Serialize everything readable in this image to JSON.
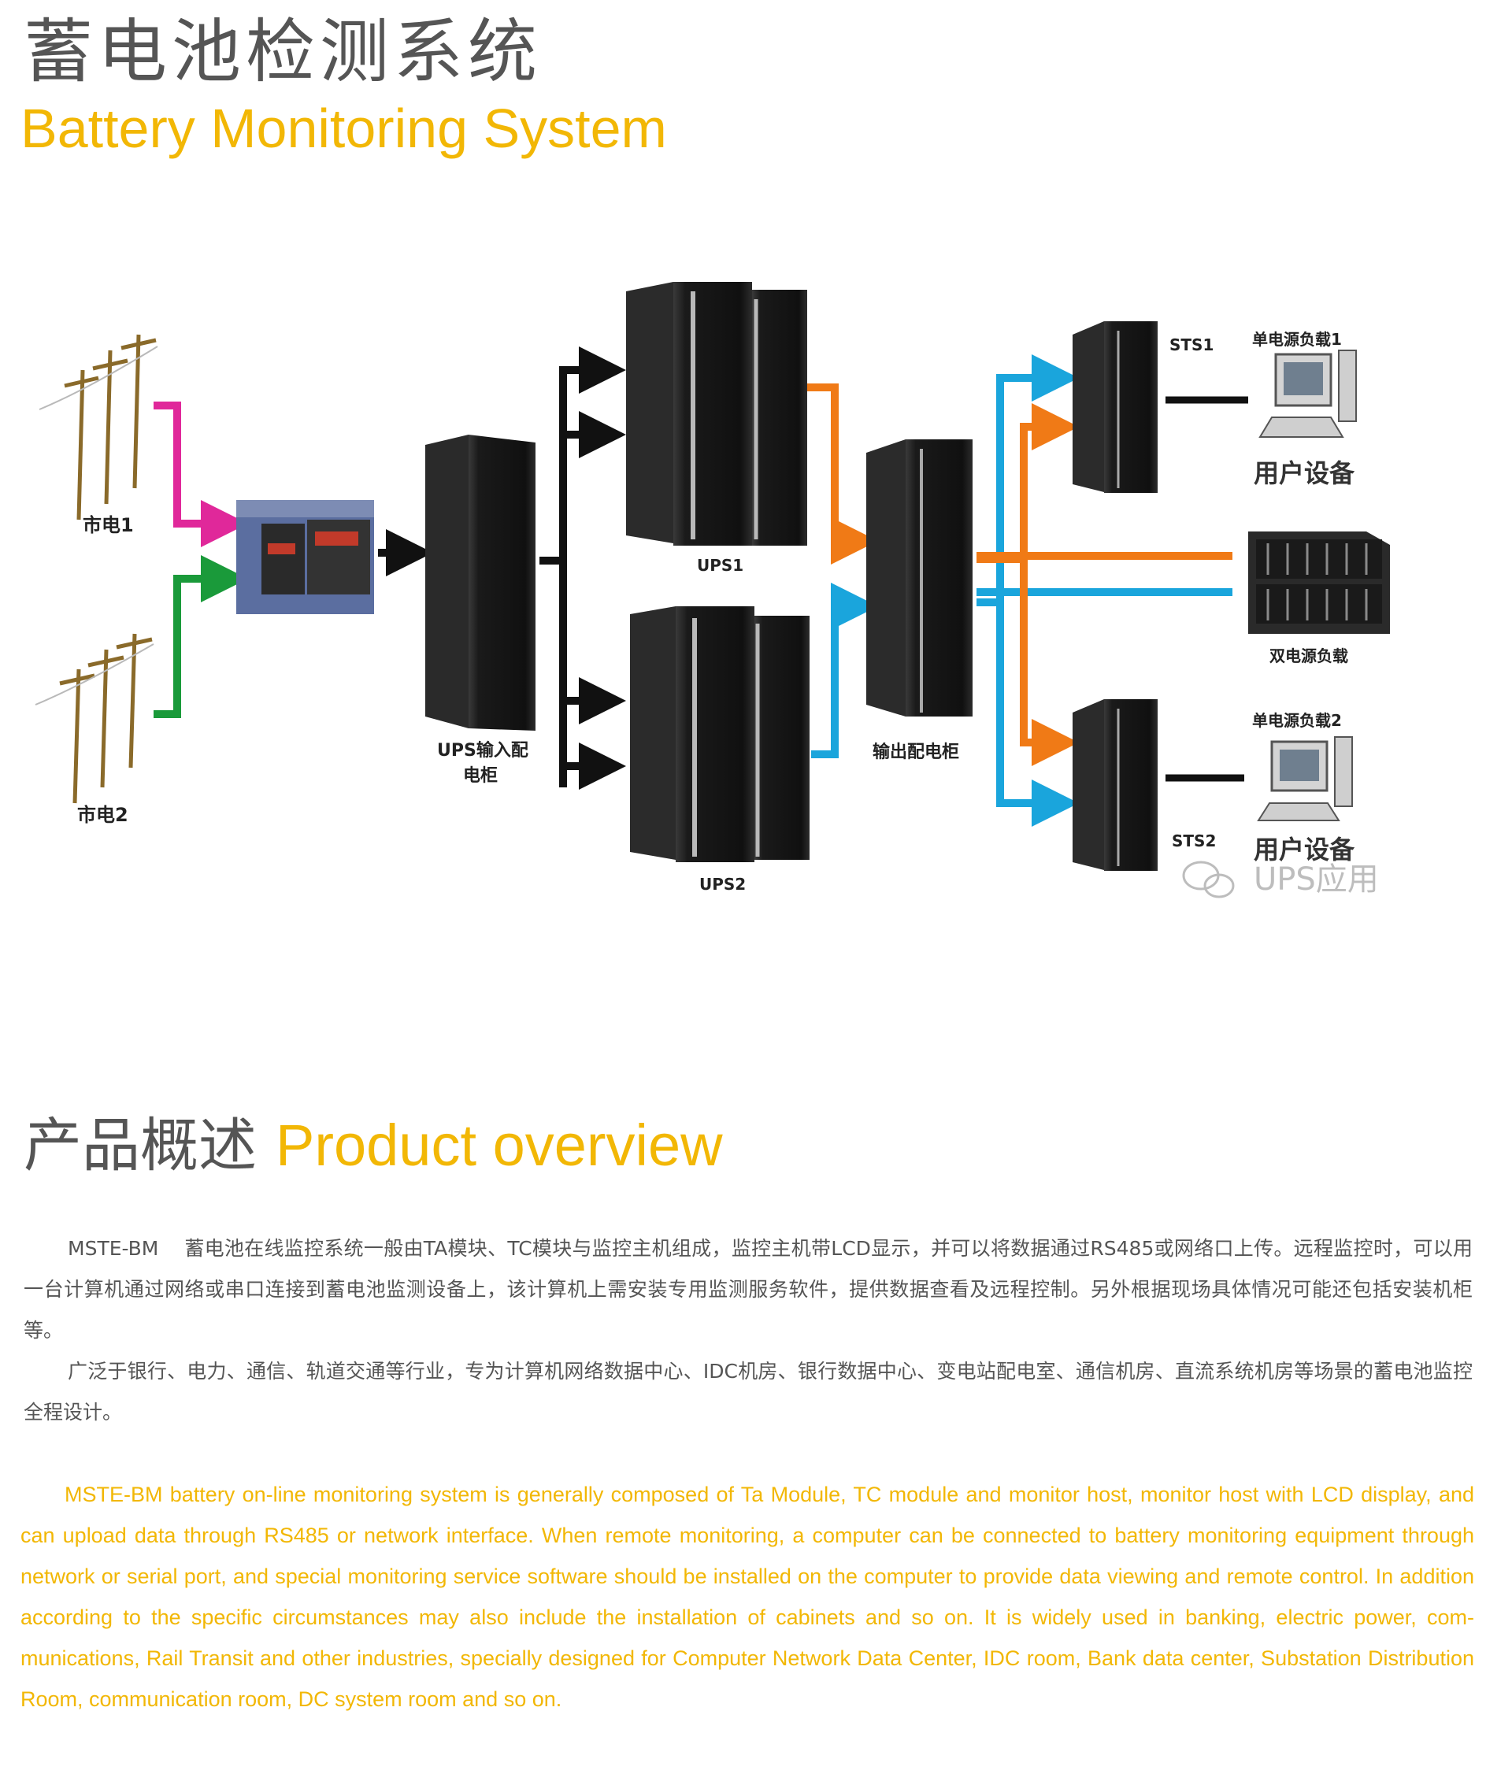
{
  "header": {
    "title_cn": "蓄电池检测系统",
    "title_en": "Battery Monitoring System"
  },
  "diagram": {
    "labels": {
      "mains1": "市电1",
      "mains2": "市电2",
      "ups_input": "UPS输入配",
      "ups_input_2": "电柜",
      "ups1": "UPS1",
      "ups2": "UPS2",
      "output_cabinet": "输出配电柜",
      "sts1": "STS1",
      "sts2": "STS2",
      "single_load1": "单电源负载1",
      "single_load2": "单电源负载2",
      "dual_load": "双电源负载",
      "user_equip1": "用户设备",
      "user_equip2": "用户设备",
      "watermark": "UPS应用"
    },
    "colors": {
      "mains1_line": "#e0289a",
      "mains2_line": "#1a9a3a",
      "black_line": "#111111",
      "orange_line": "#f07a16",
      "blue_line": "#1aa5dc"
    }
  },
  "overview": {
    "heading_cn": "产品概述",
    "heading_en": "Product overview",
    "cn_p1_lead": "MSTE-BM",
    "cn_p1": "蓄电池在线监控系统一般由TA模块、TC模块与监控主机组成，监控主机带LCD显示，并可以将数据通过RS485或网络口上传。远程监控时，可以用一台计算机通过网络或串口连接到蓄电池监测设备上，该计算机上需安装专用监测服务软件，提供数据查看及远程控制。另外根据现场具体情况可能还包括安装机柜等。",
    "cn_p2": "广泛于银行、电力、通信、轨道交通等行业，专为计算机网络数据中心、IDC机房、银行数据中心、变电站配电室、通信机房、直流系统机房等场景的蓄电池监控全程设计。",
    "en_p1": "MSTE-BM battery on-line monitoring system is generally composed of Ta Module, TC module and monitor host, monitor host with LCD display, and can upload data through RS485 or network interface. When remote monitoring, a computer can be connected to battery monitoring equipment through network or serial port, and special monitoring service software should be installed on the computer to provide data viewing and remote control. In addition according to the specific circumstances may also include the installation of cabinets and so on. It is widely used in banking, electric power, com-munications, Rail Transit and other industries, specially designed for Computer Network Data Center, IDC room, Bank data center, Substation Distribution Room, communication room, DC system room and so on."
  }
}
